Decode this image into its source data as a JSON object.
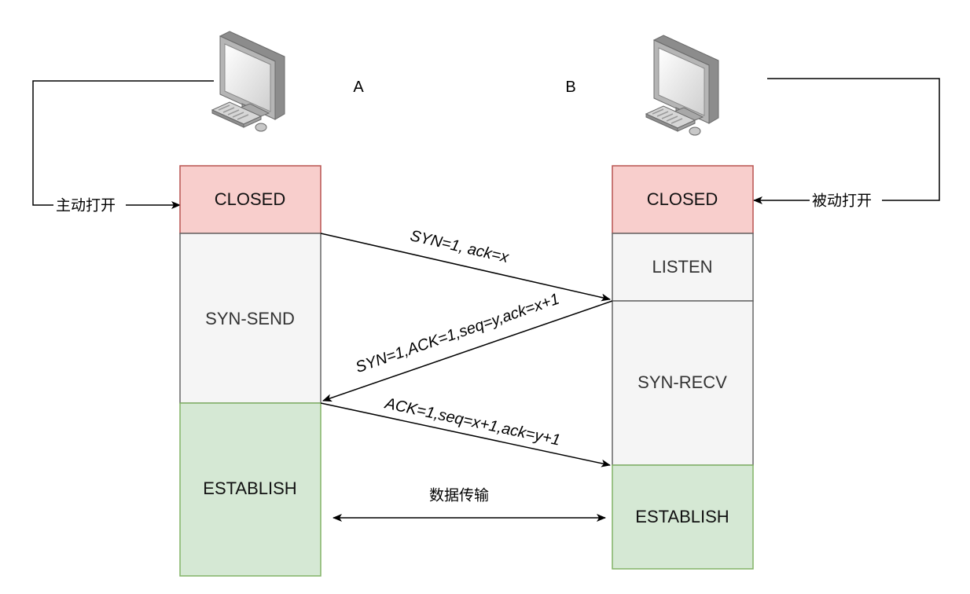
{
  "hosts": {
    "a": {
      "label": "A",
      "icon": "desktop-computer-icon"
    },
    "b": {
      "label": "B",
      "icon": "desktop-computer-icon"
    }
  },
  "open_labels": {
    "active_open": "主动打开",
    "passive_open": "被动打开"
  },
  "states": {
    "a": {
      "closed": "CLOSED",
      "syn_send": "SYN-SEND",
      "establish": "ESTABLISH"
    },
    "b": {
      "closed": "CLOSED",
      "listen": "LISTEN",
      "syn_recv": "SYN-RECV",
      "establish": "ESTABLISH"
    }
  },
  "messages": {
    "syn": "SYN=1, ack=x",
    "syn_ack": "SYN=1,ACK=1,seq=y,ack=x+1",
    "ack": "ACK=1,seq=x+1,ack=y+1",
    "data_transfer": "数据传输"
  },
  "colors": {
    "closed_fill": "#f8cecc",
    "closed_stroke": "#b85450",
    "neutral_fill": "#f5f5f5",
    "neutral_stroke": "#666666",
    "established_fill": "#d5e8d4",
    "established_stroke": "#82b366"
  }
}
